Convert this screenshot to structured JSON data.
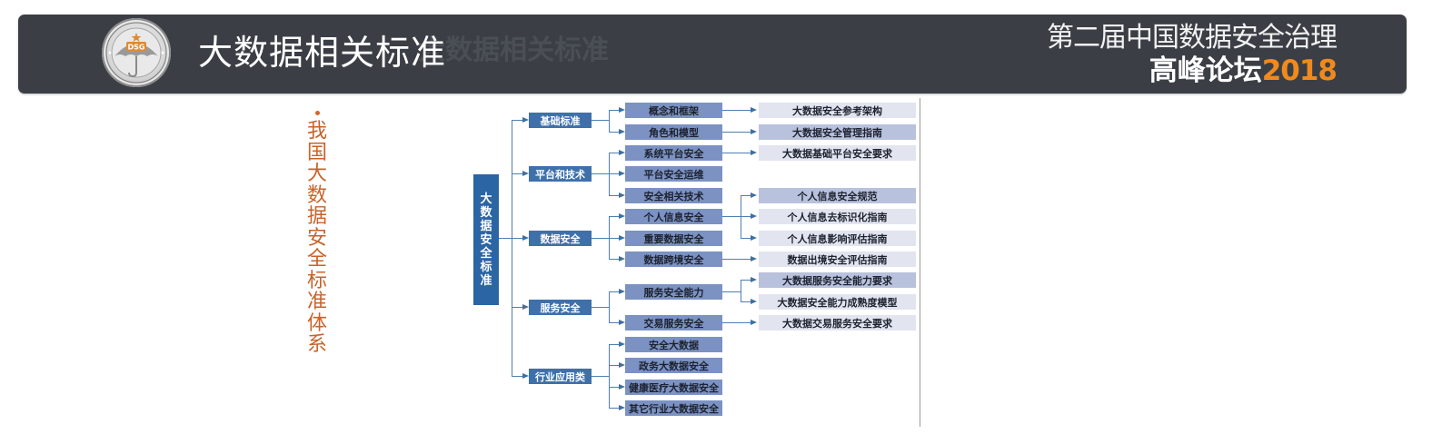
{
  "header": {
    "title": "大数据相关标准",
    "ghost_title": "大数据相关标准",
    "logo": {
      "icon": "umbrella-badge-icon",
      "label": "DSG"
    },
    "event_line1": "第二届中国数据安全治理",
    "event_line2_text": "高峰论坛",
    "event_line2_year": "2018",
    "colors": {
      "bar": "#3b3f45",
      "title": "#ffffff",
      "year": "#f08a1c"
    }
  },
  "side_label": {
    "bullet": "•",
    "text": [
      "我",
      "国",
      "大",
      "数",
      "据",
      "安",
      "全",
      "标",
      "准",
      "体",
      "系"
    ],
    "color": "#c8632a"
  },
  "diagram": {
    "root": {
      "label": [
        "大",
        "数",
        "据",
        "安",
        "全",
        "标",
        "准"
      ]
    },
    "level1": [
      {
        "label": "基础标准"
      },
      {
        "label": "平台和技术"
      },
      {
        "label": "数据安全"
      },
      {
        "label": "服务安全"
      },
      {
        "label": "行业应用类"
      }
    ],
    "level2": [
      {
        "label": "概念和框架"
      },
      {
        "label": "角色和模型"
      },
      {
        "label": "系统平台安全"
      },
      {
        "label": "平台安全运维"
      },
      {
        "label": "安全相关技术"
      },
      {
        "label": "个人信息安全"
      },
      {
        "label": "重要数据安全"
      },
      {
        "label": "数据跨境安全"
      },
      {
        "label": "服务安全能力"
      },
      {
        "label": "交易服务安全"
      },
      {
        "label": "安全大数据"
      },
      {
        "label": "政务大数据安全"
      },
      {
        "label": "健康医疗大数据安全"
      },
      {
        "label": "其它行业大数据安全"
      }
    ],
    "level3": [
      {
        "label": "大数据安全参考架构"
      },
      {
        "label": "大数据安全管理指南"
      },
      {
        "label": "大数据基础平台安全要求"
      },
      {
        "label": "个人信息安全规范"
      },
      {
        "label": "个人信息去标识化指南"
      },
      {
        "label": "个人信息影响评估指南"
      },
      {
        "label": "数据出境安全评估指南"
      },
      {
        "label": "大数据服务安全能力要求"
      },
      {
        "label": "大数据安全能力成熟度模型"
      },
      {
        "label": "大数据交易服务安全要求"
      }
    ],
    "colors": {
      "root": "#2b65a4",
      "level1": "#3f70aa",
      "level2": "#7b92c2",
      "level3": "#e2e5ef",
      "level3_alt": "#b9c2dc",
      "connector": "#4f7fb0"
    }
  }
}
